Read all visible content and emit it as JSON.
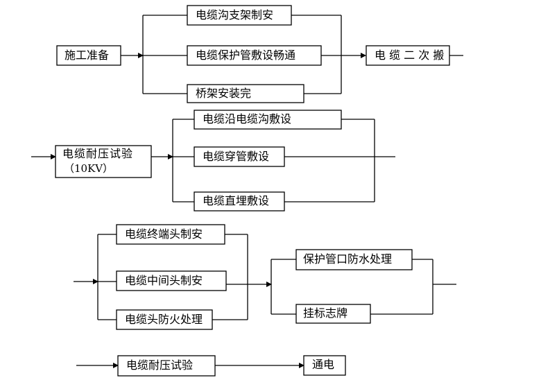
{
  "stage1": {
    "prep": "施工准备",
    "item_a": "电缆沟支架制安",
    "item_b": "电缆保护管敷设畅通",
    "item_c": "桥架安装完",
    "result": "电 缆 二 次 搬"
  },
  "stage2": {
    "test_line1": "电缆耐压试验",
    "test_line2": "（10KV）",
    "item_a": "电缆沿电缆沟敷设",
    "item_b": "电缆穿管敷设",
    "item_c": "电缆直埋敷设"
  },
  "stage3": {
    "item_a": "电缆终端头制安",
    "item_b": "电缆中间头制安",
    "item_c": "电缆头防火处理",
    "item_d": "保护管口防水处理",
    "item_e": "挂标志牌"
  },
  "stage4": {
    "test": "电缆耐压试验",
    "power_on": "通电"
  }
}
